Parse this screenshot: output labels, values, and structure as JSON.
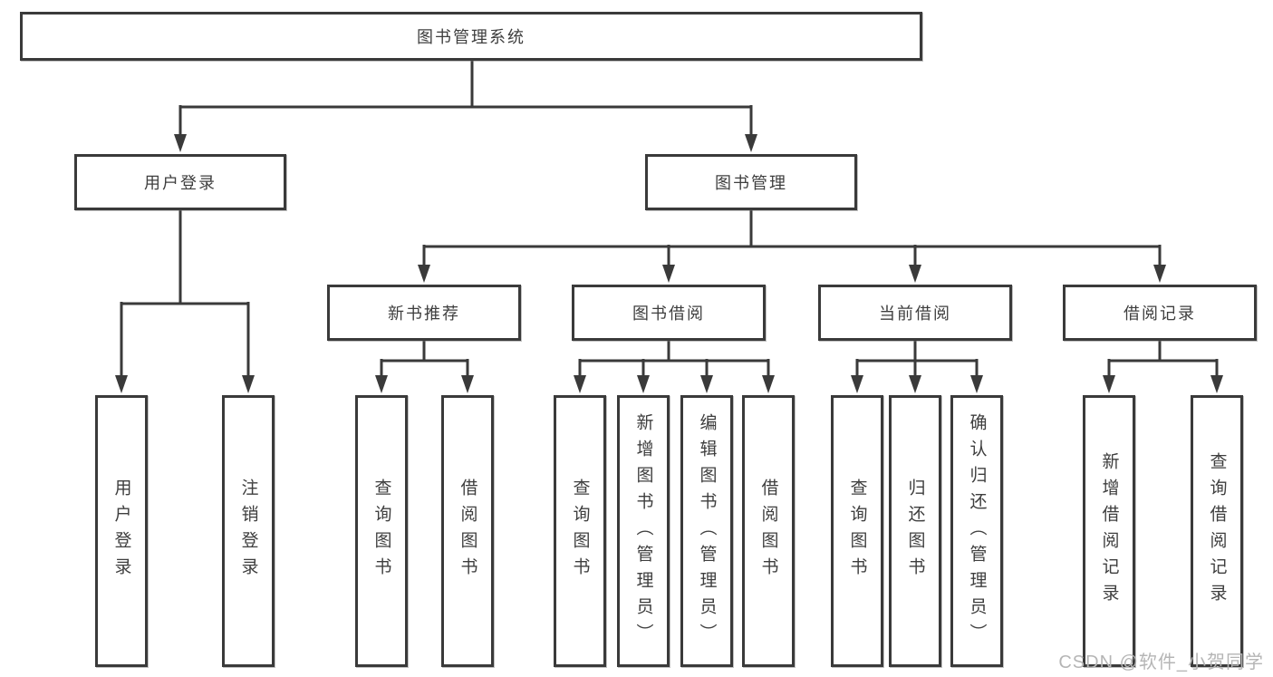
{
  "colors": {
    "line": "#3a3a3a",
    "text": "#3e3e3e",
    "background": "#ffffff",
    "watermark": "#b5b5b5"
  },
  "tree": {
    "root": "图书管理系统",
    "children": [
      {
        "label": "用户登录",
        "children": [
          {
            "label": "用户登录"
          },
          {
            "label": "注销登录"
          }
        ]
      },
      {
        "label": "图书管理",
        "children": [
          {
            "label": "新书推荐",
            "children": [
              {
                "label": "查询图书"
              },
              {
                "label": "借阅图书"
              }
            ]
          },
          {
            "label": "图书借阅",
            "children": [
              {
                "label": "查询图书"
              },
              {
                "label": "新增图书（管理员）"
              },
              {
                "label": "编辑图书（管理员）"
              },
              {
                "label": "借阅图书"
              }
            ]
          },
          {
            "label": "当前借阅",
            "children": [
              {
                "label": "查询图书"
              },
              {
                "label": "归还图书"
              },
              {
                "label": "确认归还（管理员）"
              }
            ]
          },
          {
            "label": "借阅记录",
            "children": [
              {
                "label": "新增借阅记录"
              },
              {
                "label": "查询借阅记录"
              }
            ]
          }
        ]
      }
    ]
  },
  "watermark": {
    "text": "CSDN @软件_小贺同学"
  }
}
